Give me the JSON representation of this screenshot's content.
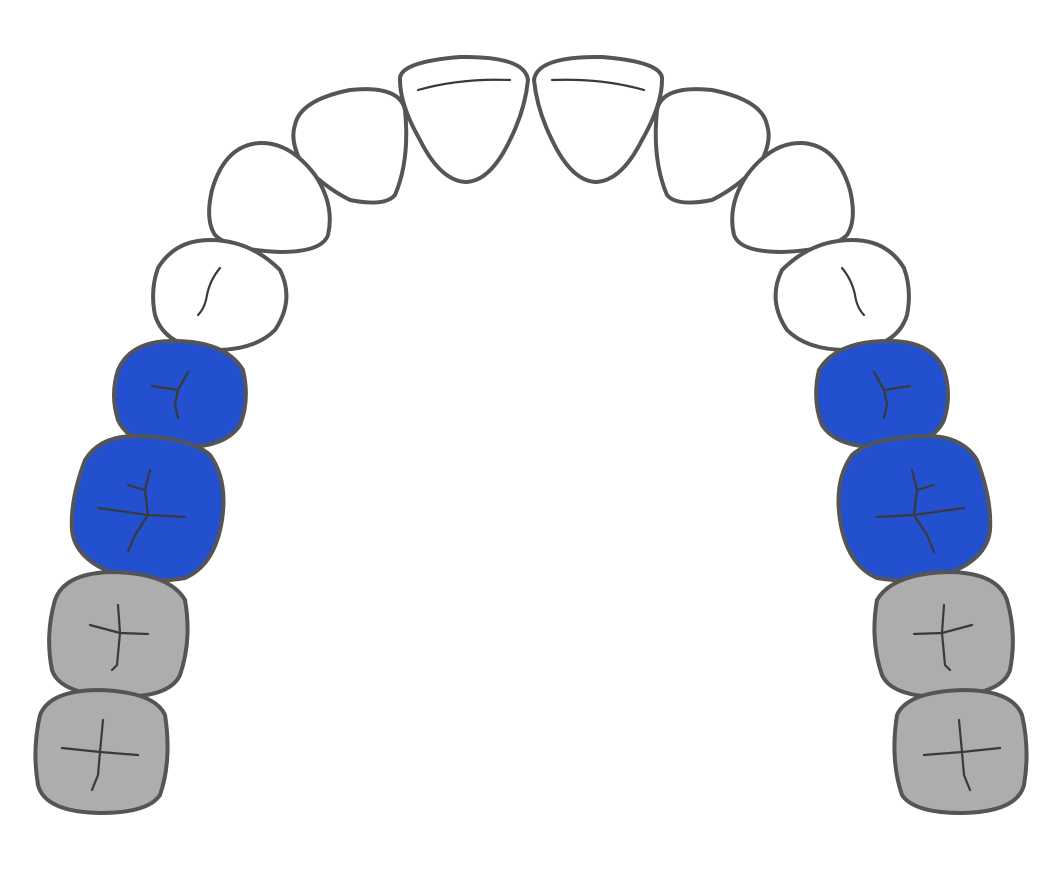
{
  "diagram": {
    "colors": {
      "unselected": "#ffffff",
      "selected": "#2350cf",
      "missing": "#adadad",
      "outline": "#555555"
    },
    "teeth": [
      {
        "type": "central-incisor",
        "state": "unselected"
      },
      {
        "type": "lateral-incisor",
        "state": "unselected"
      },
      {
        "type": "canine",
        "state": "unselected"
      },
      {
        "type": "premolar",
        "state": "unselected"
      },
      {
        "type": "premolar",
        "state": "selected"
      },
      {
        "type": "molar",
        "state": "selected"
      },
      {
        "type": "molar",
        "state": "missing"
      },
      {
        "type": "molar",
        "state": "missing"
      }
    ]
  }
}
